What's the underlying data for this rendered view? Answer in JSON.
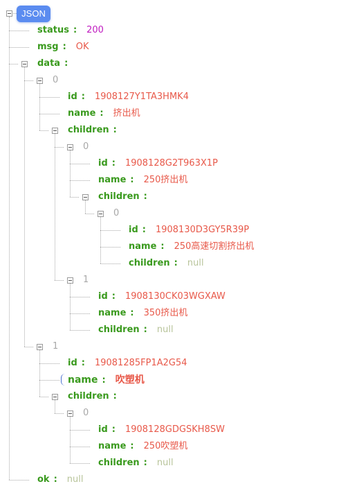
{
  "root": {
    "label": "JSON"
  },
  "status": {
    "key": "status",
    "value": "200"
  },
  "msg": {
    "key": "msg",
    "value": "OK"
  },
  "data": {
    "key": "data",
    "items": [
      {
        "index": "0",
        "id": {
          "key": "id",
          "value": "1908127Y1TA3HMK4"
        },
        "name": {
          "key": "name",
          "value": "挤出机"
        },
        "children": {
          "key": "children",
          "items": [
            {
              "index": "0",
              "id": {
                "key": "id",
                "value": "1908128G2T963X1P"
              },
              "name": {
                "key": "name",
                "value": "250挤出机"
              },
              "children": {
                "key": "children",
                "items": [
                  {
                    "index": "0",
                    "id": {
                      "key": "id",
                      "value": "1908130D3GY5R39P"
                    },
                    "name": {
                      "key": "name",
                      "value": "250高速切割挤出机"
                    },
                    "children": {
                      "key": "children",
                      "value": "null"
                    }
                  }
                ]
              }
            },
            {
              "index": "1",
              "id": {
                "key": "id",
                "value": "1908130CK03WGXAW"
              },
              "name": {
                "key": "name",
                "value": "350挤出机"
              },
              "children": {
                "key": "children",
                "value": "null"
              }
            }
          ]
        }
      },
      {
        "index": "1",
        "id": {
          "key": "id",
          "value": "19081285FP1A2G54"
        },
        "name": {
          "key": "name",
          "value": "吹塑机"
        },
        "children": {
          "key": "children",
          "items": [
            {
              "index": "0",
              "id": {
                "key": "id",
                "value": "1908128GDGSKH8SW"
              },
              "name": {
                "key": "name",
                "value": "250吹塑机"
              },
              "children": {
                "key": "children",
                "value": "null"
              }
            }
          ]
        }
      }
    ]
  },
  "ok": {
    "key": "ok",
    "value": "null"
  },
  "sep": ":",
  "colors": {
    "key": "#3a9a1e",
    "string": "#e8594a",
    "number": "#c01cc0",
    "null": "#b8c49a",
    "index": "#a8a8a8",
    "root_badge": "#5b8cf0"
  }
}
